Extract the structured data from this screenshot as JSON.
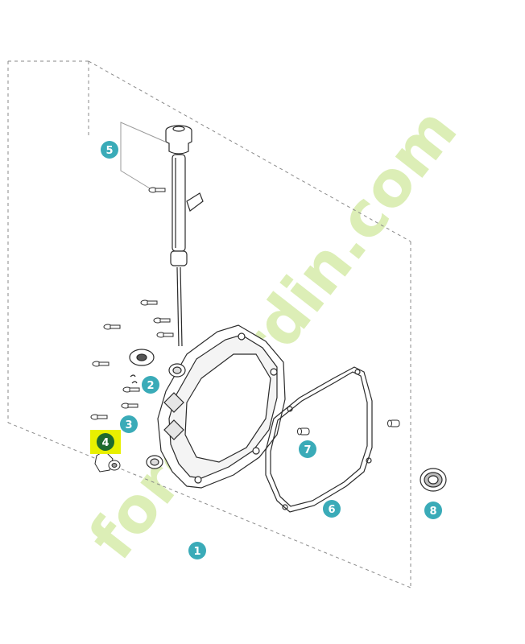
{
  "diagram": {
    "watermark": "foretjardin.com",
    "callouts": [
      {
        "id": "1",
        "label": "1",
        "highlighted": false
      },
      {
        "id": "2",
        "label": "2",
        "highlighted": false
      },
      {
        "id": "3",
        "label": "3",
        "highlighted": false
      },
      {
        "id": "4",
        "label": "4",
        "highlighted": true
      },
      {
        "id": "5",
        "label": "5",
        "highlighted": false
      },
      {
        "id": "6",
        "label": "6",
        "highlighted": false
      },
      {
        "id": "7",
        "label": "7",
        "highlighted": false
      },
      {
        "id": "8",
        "label": "8",
        "highlighted": false
      }
    ],
    "colors": {
      "callout": "#3aabb8",
      "highlight_box": "#e8f000",
      "highlight_callout": "#1f6b2e",
      "line": "#2b2b2b",
      "watermark_green": "#d6ecaa",
      "watermark_orange": "#f6d9a2",
      "watermark_grey": "#cfc6b4"
    }
  }
}
